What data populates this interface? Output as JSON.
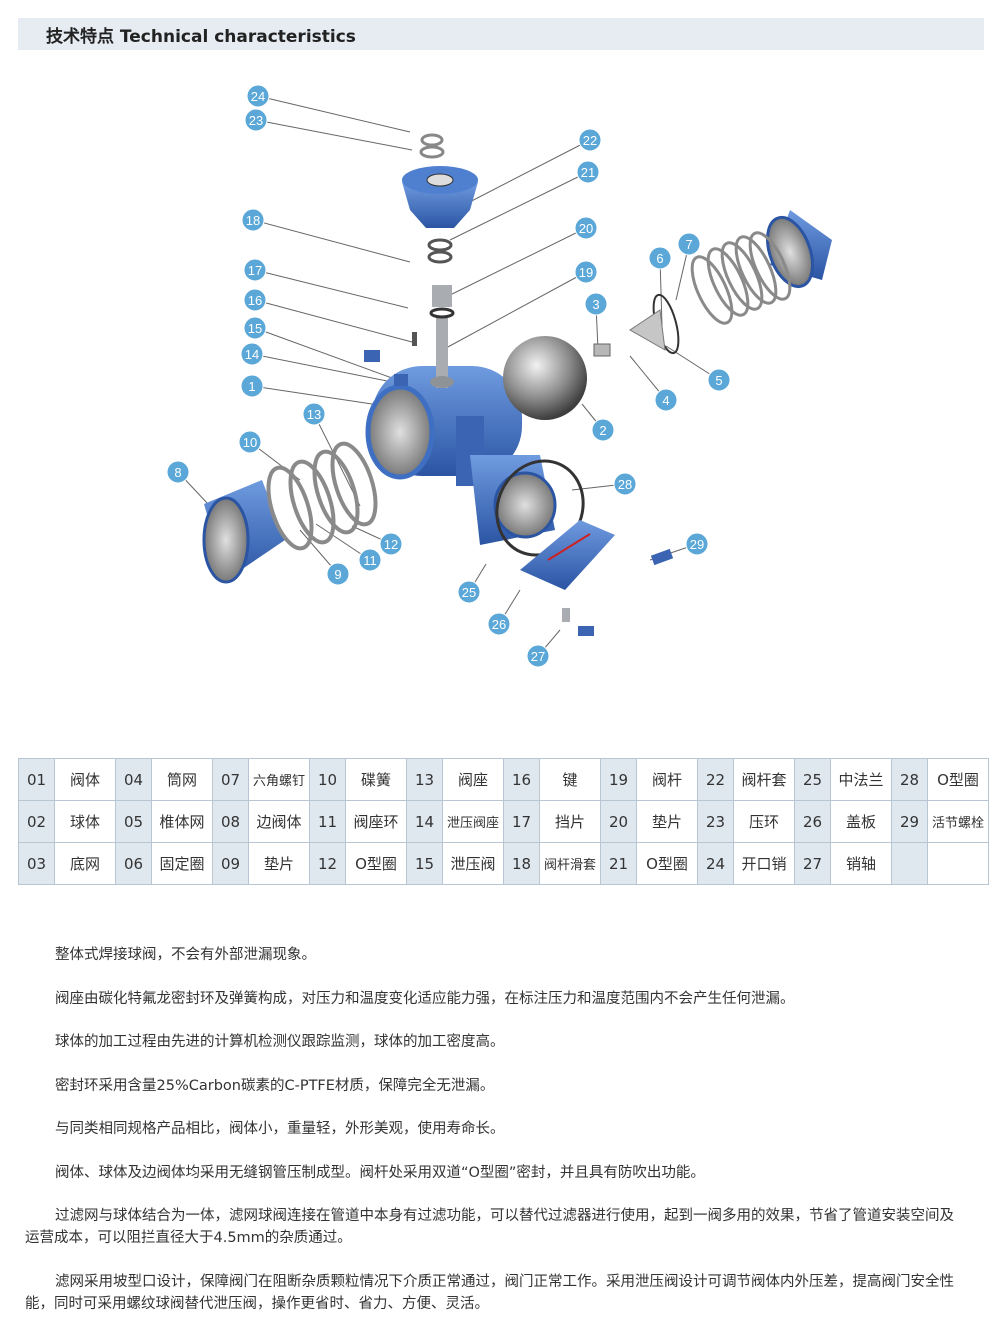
{
  "header": {
    "title": "技术特点 Technical characteristics"
  },
  "diagram": {
    "labels": [
      "1",
      "2",
      "3",
      "4",
      "5",
      "6",
      "7",
      "8",
      "9",
      "10",
      "11",
      "12",
      "13",
      "14",
      "15",
      "16",
      "17",
      "18",
      "19",
      "20",
      "21",
      "22",
      "23",
      "24",
      "25",
      "26",
      "27",
      "28",
      "29"
    ],
    "colors": {
      "body_blue": "#3f6fc2",
      "label_blue": "#5aa7d8",
      "steel": "#a9adb2",
      "leader": "#666666"
    }
  },
  "parts_table": {
    "rows": [
      [
        [
          "01",
          "阀体"
        ],
        [
          "04",
          "筒网"
        ],
        [
          "07",
          "六角螺钉"
        ],
        [
          "10",
          "碟簧"
        ],
        [
          "13",
          "阀座"
        ],
        [
          "16",
          "键"
        ],
        [
          "19",
          "阀杆"
        ],
        [
          "22",
          "阀杆套"
        ],
        [
          "25",
          "中法兰"
        ],
        [
          "28",
          "O型圈"
        ]
      ],
      [
        [
          "02",
          "球体"
        ],
        [
          "05",
          "椎体网"
        ],
        [
          "08",
          "边阀体"
        ],
        [
          "11",
          "阀座环"
        ],
        [
          "14",
          "泄压阀座"
        ],
        [
          "17",
          "挡片"
        ],
        [
          "20",
          "垫片"
        ],
        [
          "23",
          "压环"
        ],
        [
          "26",
          "盖板"
        ],
        [
          "29",
          "活节螺栓"
        ]
      ],
      [
        [
          "03",
          "底网"
        ],
        [
          "06",
          "固定圈"
        ],
        [
          "09",
          "垫片"
        ],
        [
          "12",
          "O型圈"
        ],
        [
          "15",
          "泄压阀"
        ],
        [
          "18",
          "阀杆滑套"
        ],
        [
          "21",
          "O型圈"
        ],
        [
          "24",
          "开口销"
        ],
        [
          "27",
          "销轴"
        ],
        [
          "",
          ""
        ]
      ]
    ]
  },
  "description": [
    "整体式焊接球阀，不会有外部泄漏现象。",
    "阀座由碳化特氟龙密封环及弹簧构成，对压力和温度变化适应能力强，在标注压力和温度范围内不会产生任何泄漏。",
    "球体的加工过程由先进的计算机检测仪跟踪监测，球体的加工密度高。",
    "密封环采用含量25%Carbon碳素的C-PTFE材质，保障完全无泄漏。",
    "与同类相同规格产品相比，阀体小，重量轻，外形美观，使用寿命长。",
    "阀体、球体及边阀体均采用无缝钢管压制成型。阀杆处采用双道“O型圈”密封，并且具有防吹出功能。",
    "过滤网与球体结合为一体，滤网球阀连接在管道中本身有过滤功能，可以替代过滤器进行使用，起到一阀多用的效果，节省了管道安装空间及运营成本，可以阻拦直径大于4.5mm的杂质通过。",
    "滤网采用坡型口设计，保障阀门在阻断杂质颗粒情况下介质正常通过，阀门正常工作。采用泄压阀设计可调节阀体内外压差，提高阀门安全性能，同时可采用螺纹球阀替代泄压阀，操作更省时、省力、方便、灵活。"
  ]
}
